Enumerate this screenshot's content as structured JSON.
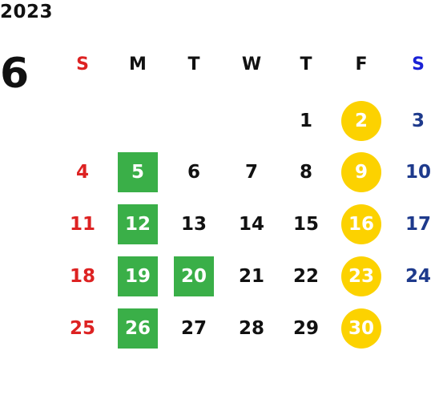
{
  "year": "2023",
  "month": "6",
  "colors": {
    "text": "#111111",
    "sunday": "#dd2222",
    "saturday": "#1e3a8c",
    "saturday_header": "#1a22d6",
    "friday_highlight": "#fcd200",
    "monday_highlight": "#3aaf48",
    "highlight_text": "#ffffff"
  },
  "weekdays": [
    {
      "label": "S",
      "color": "red"
    },
    {
      "label": "M",
      "color": "black"
    },
    {
      "label": "T",
      "color": "black"
    },
    {
      "label": "W",
      "color": "black"
    },
    {
      "label": "T",
      "color": "black"
    },
    {
      "label": "F",
      "color": "black"
    },
    {
      "label": "S",
      "color": "blue"
    }
  ],
  "weeks": [
    [
      null,
      null,
      null,
      null,
      {
        "day": "1",
        "color": "black"
      },
      {
        "day": "2",
        "highlight": "circle"
      },
      {
        "day": "3",
        "color": "blue"
      }
    ],
    [
      {
        "day": "4",
        "color": "red"
      },
      {
        "day": "5",
        "highlight": "square"
      },
      {
        "day": "6",
        "color": "black"
      },
      {
        "day": "7",
        "color": "black"
      },
      {
        "day": "8",
        "color": "black"
      },
      {
        "day": "9",
        "highlight": "circle"
      },
      {
        "day": "10",
        "color": "blue"
      }
    ],
    [
      {
        "day": "11",
        "color": "red"
      },
      {
        "day": "12",
        "highlight": "square"
      },
      {
        "day": "13",
        "color": "black"
      },
      {
        "day": "14",
        "color": "black"
      },
      {
        "day": "15",
        "color": "black"
      },
      {
        "day": "16",
        "highlight": "circle"
      },
      {
        "day": "17",
        "color": "blue"
      }
    ],
    [
      {
        "day": "18",
        "color": "red"
      },
      {
        "day": "19",
        "highlight": "square"
      },
      {
        "day": "20",
        "highlight": "square"
      },
      {
        "day": "21",
        "color": "black"
      },
      {
        "day": "22",
        "color": "black"
      },
      {
        "day": "23",
        "highlight": "circle"
      },
      {
        "day": "24",
        "color": "blue"
      }
    ],
    [
      {
        "day": "25",
        "color": "red"
      },
      {
        "day": "26",
        "highlight": "square"
      },
      {
        "day": "27",
        "color": "black"
      },
      {
        "day": "28",
        "color": "black"
      },
      {
        "day": "29",
        "color": "black"
      },
      {
        "day": "30",
        "highlight": "circle"
      },
      null
    ]
  ]
}
